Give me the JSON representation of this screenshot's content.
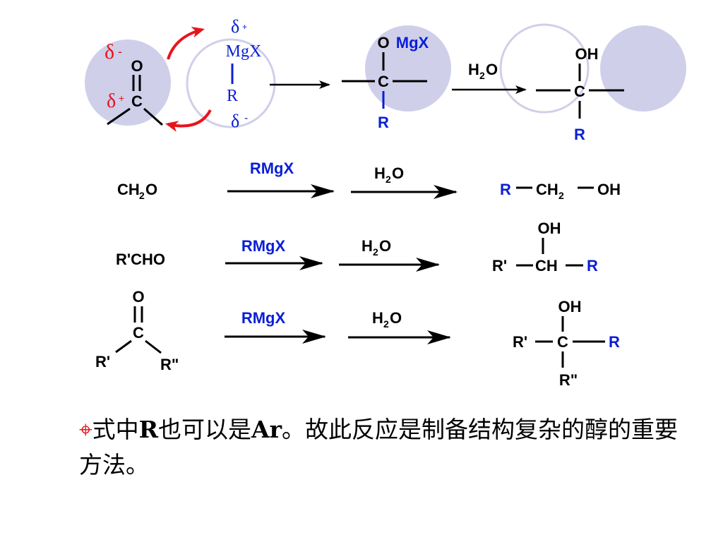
{
  "colors": {
    "blue": "#0a1fd6",
    "red": "#e8141b",
    "black": "#000000",
    "circle_fill": "#cfcfea",
    "circle_stroke": "#cfcfea"
  },
  "mechanism": {
    "carbonyl": {
      "O": "O",
      "C": "C",
      "delta_minus": "δ",
      "delta_minus_sign": "-",
      "delta_plus": "δ",
      "delta_plus_sign": "+"
    },
    "grignard": {
      "delta_plus": "δ",
      "delta_plus_sign": "+",
      "mgx": "MgX",
      "r": "R",
      "delta_minus": "δ",
      "delta_minus_sign": "-"
    },
    "adduct": {
      "O": "O",
      "mgx": "MgX",
      "C": "C",
      "R": "R"
    },
    "hydrolysis_reagent": {
      "h": "H",
      "sub": "2",
      "o": "O"
    },
    "alcohol": {
      "OH": "OH",
      "C": "C",
      "R": "R"
    }
  },
  "reactions": [
    {
      "substrate_main": "CH",
      "substrate_sub": "2",
      "substrate_end": "O",
      "reagent": "RMgX",
      "hydrolysis": {
        "h": "H",
        "sub": "2",
        "o": "O"
      },
      "product": {
        "R": "R",
        "ch": "CH",
        "sub": "2",
        "oh": "OH"
      }
    },
    {
      "substrate": "R'CHO",
      "reagent": "RMgX",
      "hydrolysis": {
        "h": "H",
        "sub": "2",
        "o": "O"
      },
      "product": {
        "oh": "OH",
        "rp": "R'",
        "ch": "CH",
        "R": "R"
      }
    },
    {
      "substrate": {
        "O": "O",
        "C": "C",
        "rp": "R'",
        "rpp": "R\""
      },
      "reagent": "RMgX",
      "hydrolysis": {
        "h": "H",
        "sub": "2",
        "o": "O"
      },
      "product": {
        "oh": "OH",
        "rp": "R'",
        "C": "C",
        "R": "R",
        "rpp": "R\""
      }
    }
  ],
  "note": {
    "bullet_icon": "circle-cross-bullet-icon",
    "text_part1": "式中",
    "bold_r": "R",
    "text_part2": "也可以是",
    "bold_ar": "Ar",
    "text_part3": "。故此反应是制备结构复杂的醇的重要方法。"
  }
}
